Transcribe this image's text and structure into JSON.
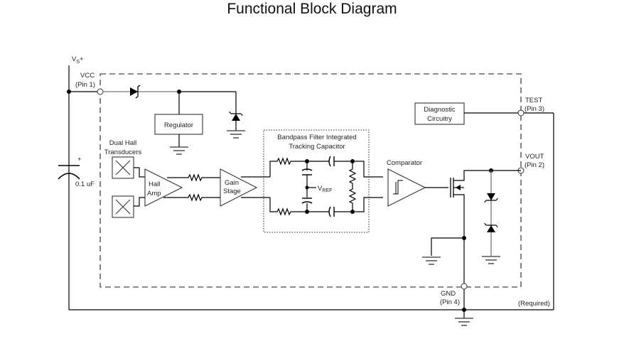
{
  "title": "Functional Block Diagram",
  "labels": {
    "vs": "V",
    "vs_sub": "S",
    "vs_suffix": "+",
    "vcc": "VCC",
    "vcc_pin": "(Pin 1)",
    "test": "TEST",
    "test_pin": "(Pin 3)",
    "vout": "VOUT",
    "vout_pin": "(Pin 2)",
    "gnd": "GND",
    "gnd_pin": "(Pin 4)",
    "required": "(Required)",
    "cap_plus": "+",
    "cap_value": "0.1 uF",
    "vref": "V",
    "vref_sub": "REF"
  },
  "blocks": {
    "regulator": "Regulator",
    "diagnostic_line1": "Diagnostic",
    "diagnostic_line2": "Circuitry",
    "hall_line1": "Dual Hall",
    "hall_line2": "Transducers",
    "hall_amp_line1": "Hall",
    "hall_amp_line2": "Amp",
    "gain_line1": "Gain",
    "gain_line2": "Stage",
    "filter_line1": "Bandpass Filter Integrated",
    "filter_line2": "Tracking Capacitor",
    "comparator": "Comparator"
  }
}
